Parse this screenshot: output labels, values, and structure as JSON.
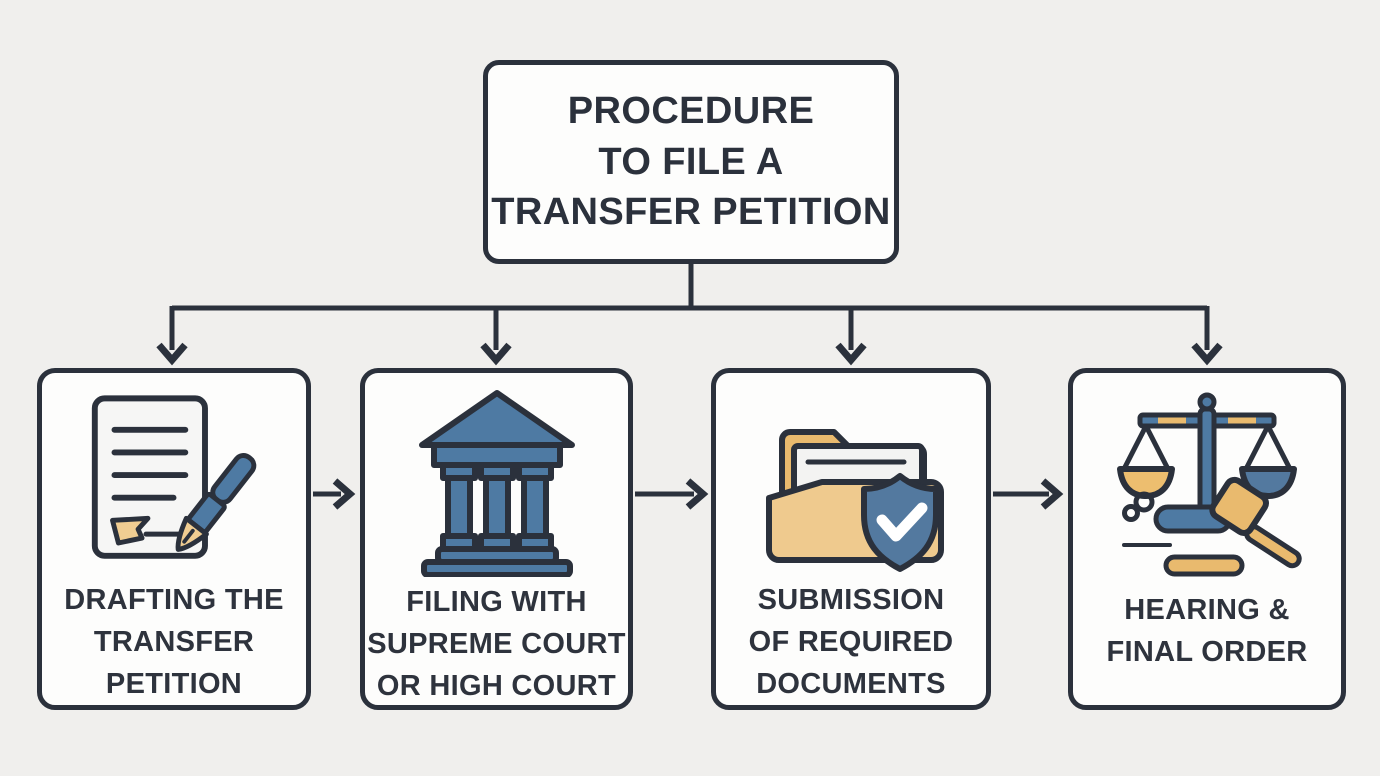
{
  "title": {
    "text": "PROCEDURE\nTO FILE A\nTRANSFER PETITION"
  },
  "flow": {
    "steps": [
      {
        "id": "step-1",
        "label": "DRAFTING THE\nTRANSFER\nPETITION",
        "icon": "document-pen-icon"
      },
      {
        "id": "step-2",
        "label": "FILING WITH\nSUPREME COURT\nOR HIGH COURT",
        "icon": "courthouse-icon"
      },
      {
        "id": "step-3",
        "label": "SUBMISSION\nOF REQUIRED\nDOCUMENTS",
        "icon": "folder-shield-check-icon"
      },
      {
        "id": "step-4",
        "label": "HEARING &\nFINAL ORDER",
        "icon": "scales-gavel-icon"
      }
    ],
    "arrows": [
      {
        "from": "title",
        "to": "step-1"
      },
      {
        "from": "title",
        "to": "step-2"
      },
      {
        "from": "title",
        "to": "step-3"
      },
      {
        "from": "title",
        "to": "step-4"
      },
      {
        "from": "step-1",
        "to": "step-2"
      },
      {
        "from": "step-2",
        "to": "step-3"
      },
      {
        "from": "step-3",
        "to": "step-4"
      }
    ]
  },
  "colors": {
    "background": "#f0efed",
    "card_background": "#fdfdfc",
    "outline": "#2b313c",
    "blue": "#4e7aa3",
    "gold": "#e9ba6e",
    "gold_light": "#f0cd92"
  }
}
